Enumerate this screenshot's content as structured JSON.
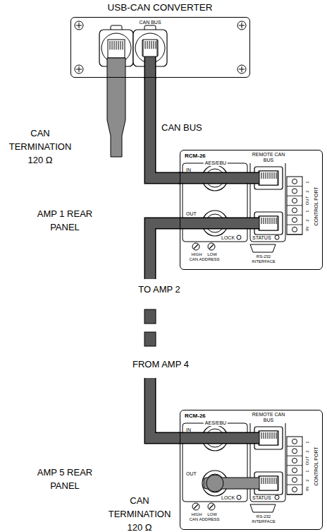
{
  "diagram": {
    "nodes": [
      {
        "text": [
          "USB-CAN CONVERTER",
          "CAN BUS"
        ]
      },
      {
        "text": [
          "RCM-26",
          "AES/EBU",
          "IN",
          "OUT",
          "LOCK",
          "REMOTE CAN BUS",
          "STATUS",
          "CONTROL PORT",
          "1",
          "2",
          "OUT",
          "1",
          "2",
          "IN",
          "HIGH",
          "LOW",
          "CAN ADDRESS",
          "RS-232 INTERFACE"
        ]
      },
      {
        "text": [
          "RCM-26",
          "AES/EBU",
          "IN",
          "OUT",
          "LOCK",
          "REMOTE CAN BUS",
          "STATUS",
          "CONTROL PORT",
          "1",
          "2",
          "OUT",
          "1",
          "2",
          "IN",
          "HIGH",
          "LOW",
          "CAN ADDRESS",
          "RS-232 INTERFACE"
        ]
      }
    ],
    "edges": [
      {
        "from": 0,
        "to": 1,
        "arrow": "none",
        "label": "CAN BUS"
      }
    ],
    "labels": [
      "CAN TERMINATION 120 Ω",
      "AMP 1 REAR PANEL",
      "TO AMP 2",
      "FROM AMP 4",
      "AMP 5 REAR PANEL",
      "CAN TERMINATION 120 Ω"
    ]
  }
}
